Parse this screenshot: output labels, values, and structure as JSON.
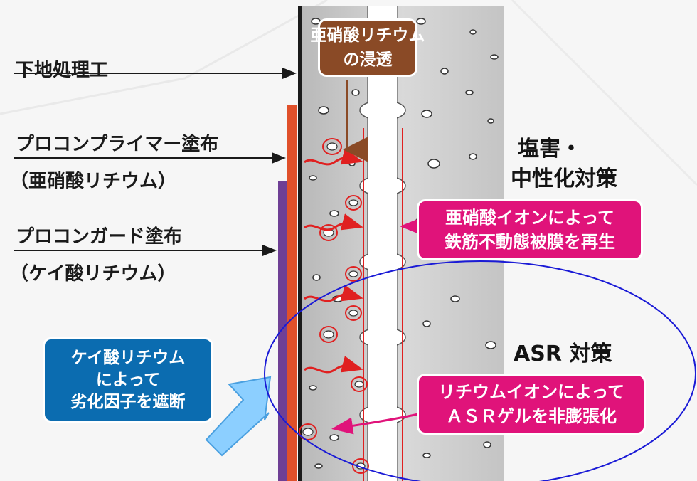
{
  "layer_labels": {
    "base_treatment": "下地処理工",
    "primer_line1": "プロコンプライマー塗布",
    "primer_line2": "（亜硝酸リチウム）",
    "guard_line1": "プロコンガード塗布",
    "guard_line2": "（ケイ酸リチウム）"
  },
  "penetration_box": {
    "line1": "亜硝酸リチウム",
    "line2": "の浸透"
  },
  "salt_section": {
    "heading_line1": "塩害・",
    "heading_line2": "中性化対策",
    "box_line1": "亜硝酸イオンによって",
    "box_line2": "鉄筋不動態被膜を再生"
  },
  "asr_section": {
    "heading": "ASR 対策",
    "box_line1": "リチウムイオンによって",
    "box_line2": "ＡＳＲゲルを非膨張化"
  },
  "block_box": {
    "line1": "ケイ酸リチウム",
    "line2": "によって",
    "line3": "劣化因子を遮断"
  },
  "colors": {
    "brown": "#8a4a26",
    "pink": "#e0137a",
    "blue": "#0b6cb0",
    "red": "#e02020",
    "orange": "#e0502a",
    "purple": "#6e3f95",
    "concrete": "#cfcfcf",
    "ellipse": "#1a1ad6",
    "light_blue_arrow": "#8ccfff"
  }
}
